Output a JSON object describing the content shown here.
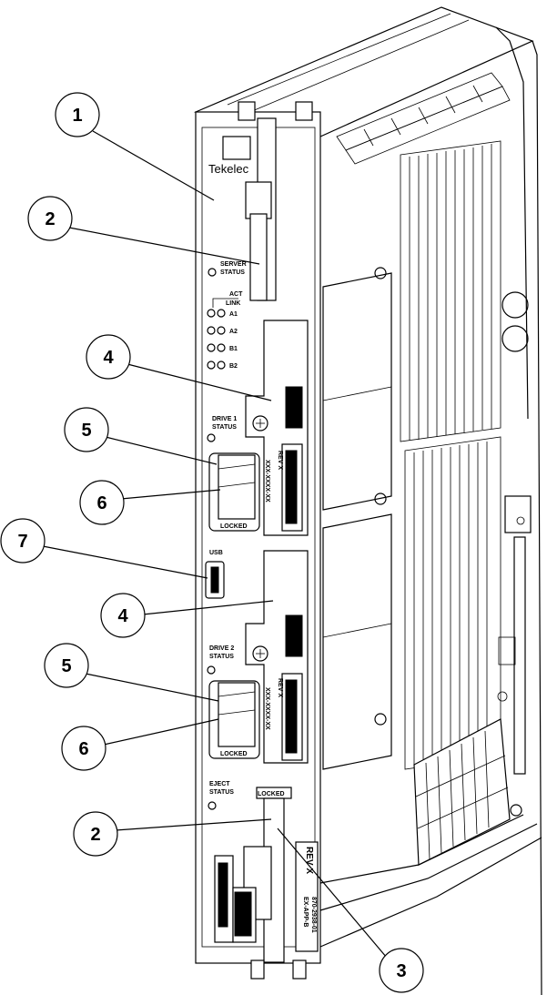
{
  "panel": {
    "brand": "Tekelec",
    "server_status": [
      "SERVER",
      "STATUS"
    ],
    "act_link": [
      "ACT",
      "LINK"
    ],
    "ports": [
      "A1",
      "A2",
      "B1",
      "B2"
    ],
    "drive1_status": [
      "DRIVE 1",
      "STATUS"
    ],
    "drive2_status": [
      "DRIVE 2",
      "STATUS"
    ],
    "usb": "USB",
    "eject_status": [
      "EJECT",
      "STATUS"
    ],
    "locked": "LOCKED",
    "locked_top": "LOCKED",
    "rev": "REV X",
    "part_number": "XXX-XXXX-XX",
    "board_code": [
      "EX-APP-B",
      "870-2938-01"
    ]
  },
  "callouts": [
    "1",
    "2",
    "4",
    "5",
    "6",
    "7",
    "4",
    "5",
    "6",
    "2",
    "3"
  ]
}
